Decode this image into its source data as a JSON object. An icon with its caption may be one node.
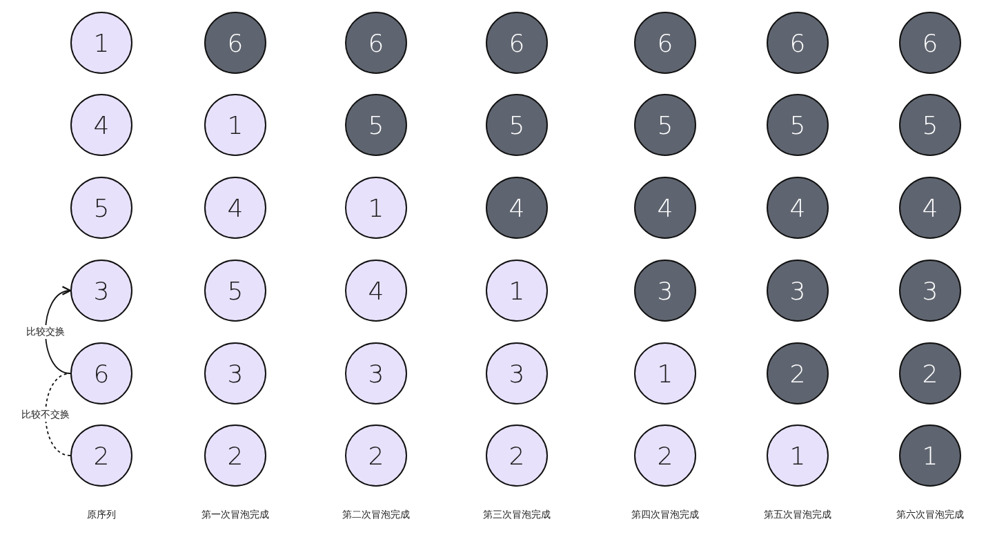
{
  "diagram": {
    "nodes": [
      {
        "text": [
          "1"
        ]
      },
      {
        "text": [
          "4"
        ]
      },
      {
        "text": [
          "5"
        ]
      },
      {
        "text": [
          "3"
        ]
      },
      {
        "text": [
          "6"
        ]
      },
      {
        "text": [
          "2"
        ]
      },
      {
        "text": [
          "6"
        ]
      },
      {
        "text": [
          "1"
        ]
      },
      {
        "text": [
          "4"
        ]
      },
      {
        "text": [
          "5"
        ]
      },
      {
        "text": [
          "3"
        ]
      },
      {
        "text": [
          "2"
        ]
      },
      {
        "text": [
          "6"
        ]
      },
      {
        "text": [
          "5"
        ]
      },
      {
        "text": [
          "1"
        ]
      },
      {
        "text": [
          "4"
        ]
      },
      {
        "text": [
          "3"
        ]
      },
      {
        "text": [
          "2"
        ]
      },
      {
        "text": [
          "6"
        ]
      },
      {
        "text": [
          "5"
        ]
      },
      {
        "text": [
          "4"
        ]
      },
      {
        "text": [
          "1"
        ]
      },
      {
        "text": [
          "3"
        ]
      },
      {
        "text": [
          "2"
        ]
      },
      {
        "text": [
          "6"
        ]
      },
      {
        "text": [
          "5"
        ]
      },
      {
        "text": [
          "4"
        ]
      },
      {
        "text": [
          "3"
        ]
      },
      {
        "text": [
          "1"
        ]
      },
      {
        "text": [
          "2"
        ]
      },
      {
        "text": [
          "6"
        ]
      },
      {
        "text": [
          "5"
        ]
      },
      {
        "text": [
          "4"
        ]
      },
      {
        "text": [
          "3"
        ]
      },
      {
        "text": [
          "2"
        ]
      },
      {
        "text": [
          "1"
        ]
      },
      {
        "text": [
          "6"
        ]
      },
      {
        "text": [
          "5"
        ]
      },
      {
        "text": [
          "4"
        ]
      },
      {
        "text": [
          "3"
        ]
      },
      {
        "text": [
          "2"
        ]
      },
      {
        "text": [
          "1"
        ]
      }
    ],
    "edges": [
      {
        "from": 4,
        "to": 3,
        "arrow": "to",
        "label": "比较交换"
      },
      {
        "from": 5,
        "to": 4,
        "arrow": "none",
        "label": "比较不交换",
        "style": "dashed"
      }
    ],
    "labels": [
      "原序列",
      "第一次冒泡完成",
      "第二次冒泡完成",
      "第三次冒泡完成",
      "第四次冒泡完成",
      "第五次冒泡完成",
      "第六次冒泡完成"
    ]
  }
}
